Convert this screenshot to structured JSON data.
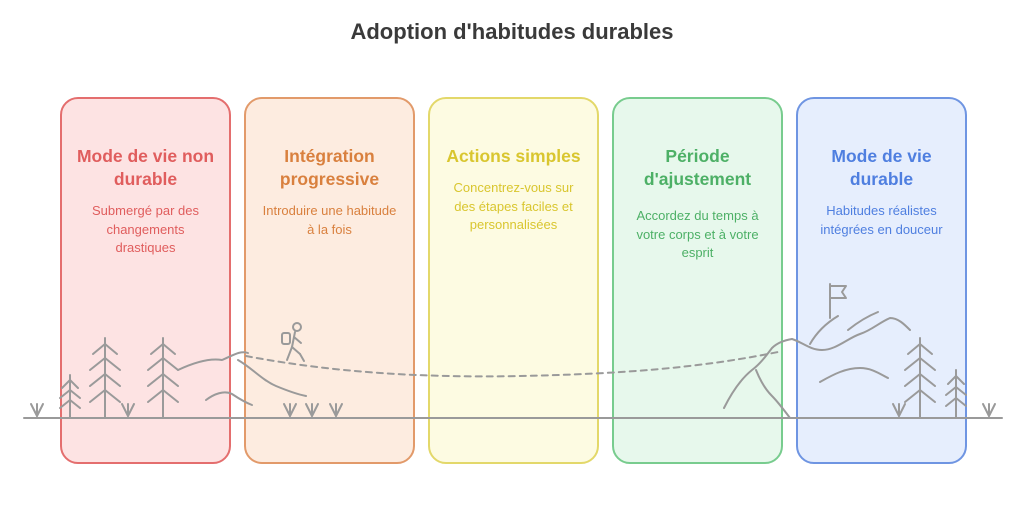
{
  "title": "Adoption d'habitudes durables",
  "stages": [
    {
      "heading": "Mode de vie non durable",
      "description": "Submergé par des changements drastiques",
      "color": "#e05d5d"
    },
    {
      "heading": "Intégration progressive",
      "description": "Introduire une habitude à la fois",
      "color": "#d9803e"
    },
    {
      "heading": "Actions simples",
      "description": "Concentrez-vous sur des étapes faciles et personnalisées",
      "color": "#d9c62f"
    },
    {
      "heading": "Période d'ajustement",
      "description": "Accordez du temps à votre corps et à votre esprit",
      "color": "#4db066"
    },
    {
      "heading": "Mode de vie durable",
      "description": "Habitudes réalistes intégrées en douceur",
      "color": "#4f7fe0"
    }
  ],
  "icons": {
    "hiker": "hiker-icon",
    "flag": "flag-icon",
    "trees": "pine-tree-icon",
    "mountains": "mountain-icon"
  }
}
